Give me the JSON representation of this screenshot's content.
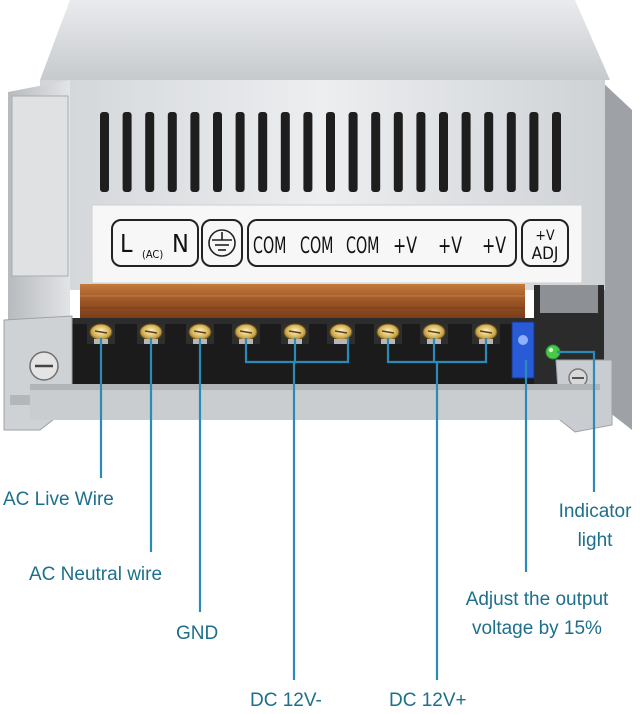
{
  "terminal_labels": {
    "live": "L",
    "ac": "(AC)",
    "neutral": "N",
    "com1": "COM",
    "com2": "COM",
    "com3": "COM",
    "v1": "+V",
    "v2": "+V",
    "v3": "+V",
    "adj_top": "+V",
    "adj_bottom": "ADJ"
  },
  "callouts": {
    "ac_live": "AC Live Wire",
    "ac_neutral": "AC Neutral wire",
    "gnd": "GND",
    "dc_minus": "DC 12V-",
    "dc_plus": "DC 12V+",
    "indicator_line1": "Indicator",
    "indicator_line2": "light",
    "adjust_line1": "Adjust the output",
    "adjust_line2": "voltage by 15%"
  },
  "colors": {
    "callout_text": "#1d6f8c",
    "leader_line": "#2a8bb8",
    "metal": "#c9ccd0",
    "terminal_block": "#1b1b1b",
    "copper_cover": "#a9632f",
    "indicator_led": "#49c84a",
    "adjust_pot": "#2a5bd6"
  }
}
